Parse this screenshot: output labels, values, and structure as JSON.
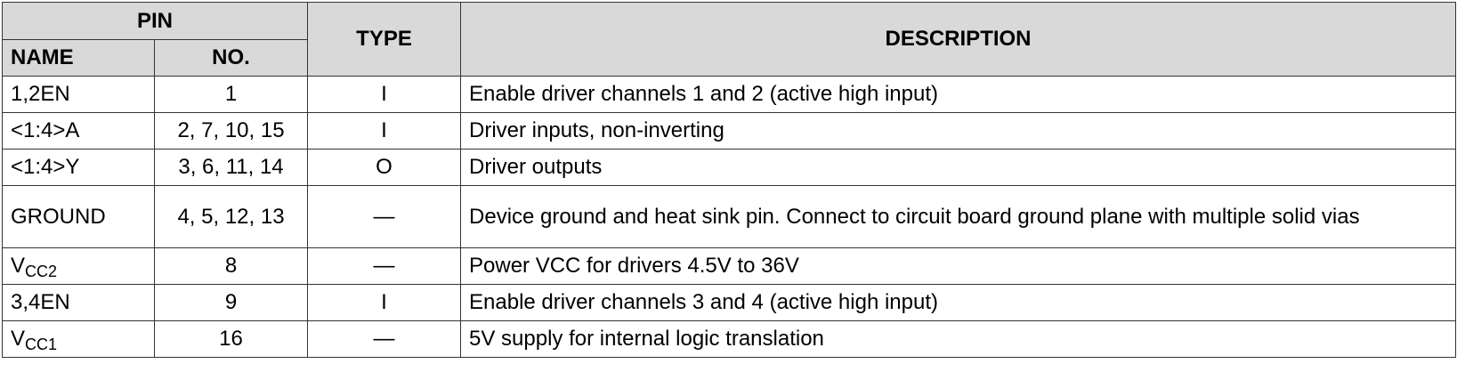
{
  "header": {
    "pin": "PIN",
    "name": "NAME",
    "no": "NO.",
    "type": "TYPE",
    "description": "DESCRIPTION"
  },
  "rows": [
    {
      "name": "1,2EN",
      "no": "1",
      "type": "I",
      "description": "Enable driver channels 1 and 2 (active high input)"
    },
    {
      "name": "<1:4>A",
      "no": "2, 7, 10, 15",
      "type": "I",
      "description": "Driver inputs, non-inverting"
    },
    {
      "name": "<1:4>Y",
      "no": "3, 6, 11, 14",
      "type": "O",
      "description": "Driver outputs"
    },
    {
      "name": "GROUND",
      "no": "4, 5, 12, 13",
      "type": "—",
      "description": "Device ground and heat sink pin. Connect to circuit board ground plane with multiple solid vias"
    },
    {
      "name_main": "V",
      "name_sub": "CC2",
      "no": "8",
      "type": "—",
      "description": "Power VCC for drivers 4.5V to 36V"
    },
    {
      "name": "3,4EN",
      "no": "9",
      "type": "I",
      "description": "Enable driver channels 3 and 4 (active high input)"
    },
    {
      "name_main": "V",
      "name_sub": "CC1",
      "no": "16",
      "type": "—",
      "description": "5V supply for internal logic translation"
    }
  ]
}
